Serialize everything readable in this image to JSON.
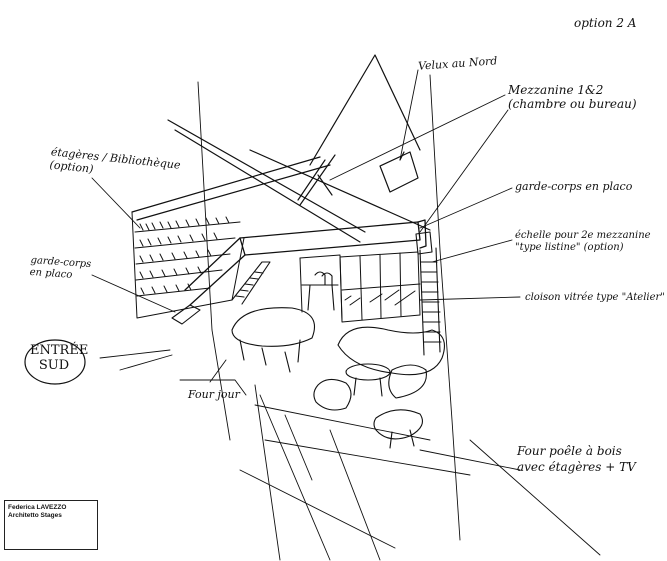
{
  "option_label": "option 2 A",
  "annotations": {
    "velux": "Velux au Nord",
    "mezzanine_line1": "Mezzanine 1&2",
    "mezzanine_line2": "(chambre ou bureau)",
    "etageres_line1": "étagères / Bibliothèque",
    "etageres_line2": "(option)",
    "garde_corps_top": "garde-corps en placo",
    "echelle_line1": "échelle pour 2e mezzanine",
    "echelle_line2": "\"type listine\" (option)",
    "garde_corps_left_line1": "garde-corps",
    "garde_corps_left_line2": "en placo",
    "cloison": "cloison vitrée type \"Atelier\"",
    "entree_line1": "ENTRÉE",
    "entree_line2": "SUD",
    "four_jour": "Four jour",
    "poele_line1": "Four poêle à bois",
    "poele_line2": "avec étagères + TV"
  },
  "stamp": {
    "name": "Federica LAVEZZO Architetto Stages"
  },
  "icons": [
    "velux-window-icon",
    "entree-circle-icon"
  ]
}
